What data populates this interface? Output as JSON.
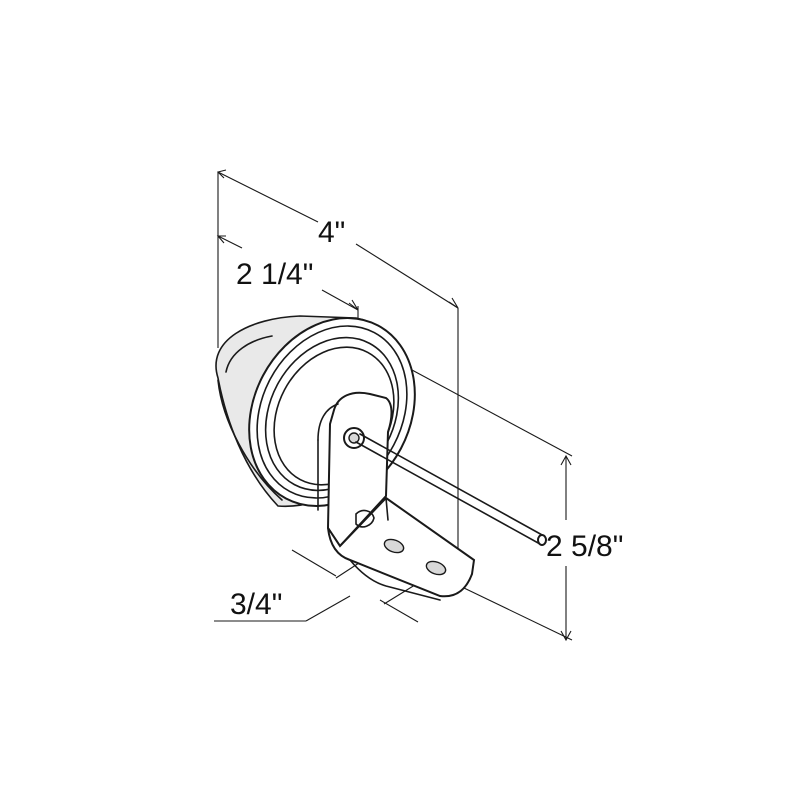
{
  "dimensions": {
    "overall_depth": "4\"",
    "lens_depth": "2 1/4\"",
    "height": "2 5/8\"",
    "bracket_hole_spacing": "3/4\""
  },
  "colors": {
    "line": "#1a1a1a",
    "background": "#ffffff",
    "shade": "#e9e9e9"
  }
}
